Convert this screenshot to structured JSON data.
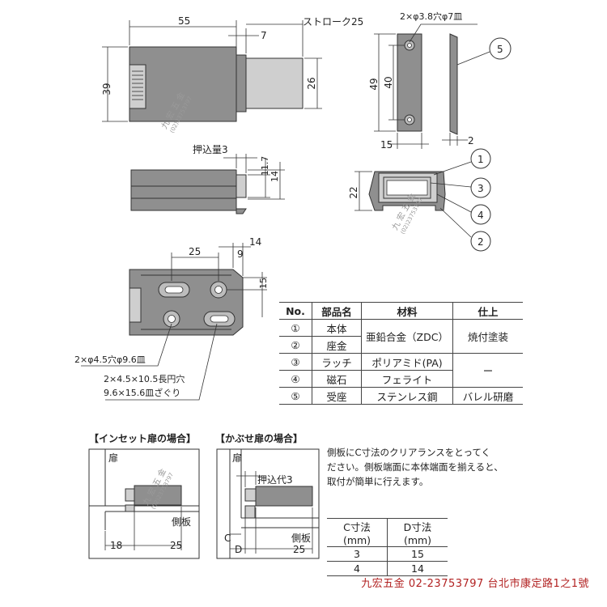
{
  "top_view": {
    "dim_55": "55",
    "dim_7": "7",
    "dim_stroke": "ストローク25",
    "dim_39": "39",
    "dim_26": "26"
  },
  "side_view": {
    "dim_push": "押込量3",
    "dim_11_7": "11.7",
    "dim_14": "14"
  },
  "base_view": {
    "dim_25": "25",
    "dim_9": "9",
    "dim_14": "14",
    "dim_15": "15",
    "hole_note": "2×φ4.5穴φ9.6皿",
    "slot_note_line1": "2×4.5×10.5長円穴",
    "slot_note_line2": "9.6×15.6皿ざぐり"
  },
  "strike_view": {
    "hole_note": "2×φ3.8穴φ7皿",
    "dim_49": "49",
    "dim_40": "40",
    "dim_15": "15",
    "dim_2": "2",
    "callout_5": "5"
  },
  "front_view": {
    "dim_22": "22",
    "callouts": [
      "1",
      "3",
      "4",
      "2"
    ]
  },
  "watermark": {
    "name": "九 宏 五 金",
    "phone": "(02)23753797"
  },
  "spec_table": {
    "headers": [
      "No.",
      "部品名",
      "材料",
      "仕上"
    ],
    "rows": [
      {
        "no": "①",
        "part": "本体",
        "material": "亜鉛合金（ZDC）",
        "finish": "焼付塗装"
      },
      {
        "no": "②",
        "part": "座金",
        "material": "",
        "finish": ""
      },
      {
        "no": "③",
        "part": "ラッチ",
        "material": "ポリアミド(PA)",
        "finish": "ー"
      },
      {
        "no": "④",
        "part": "磁石",
        "material": "フェライト",
        "finish": ""
      },
      {
        "no": "⑤",
        "part": "受座",
        "material": "ステンレス鋼",
        "finish": "バレル研磨"
      }
    ]
  },
  "inset": {
    "title": "【インセット扉の場合】",
    "door": "扉",
    "side": "側板",
    "dim_18": "18",
    "dim_25": "25"
  },
  "overlay": {
    "title": "【かぶせ扉の場合】",
    "door": "扉",
    "side": "側板",
    "push": "押込代3",
    "c": "C",
    "d": "D",
    "dim_25": "25"
  },
  "note": {
    "line1": "側板にC寸法のクリアランスをとってく",
    "line2": "ださい。側板端面に本体端面を揃えると、",
    "line3": "取付が簡単に行えます。"
  },
  "cd_table": {
    "headers": [
      "C寸法(mm)",
      "D寸法(mm)"
    ],
    "rows": [
      [
        "3",
        "15"
      ],
      [
        "4",
        "14"
      ]
    ]
  },
  "footer": {
    "text": "九宏五金  02-23753797  台北市康定路1之1號"
  }
}
